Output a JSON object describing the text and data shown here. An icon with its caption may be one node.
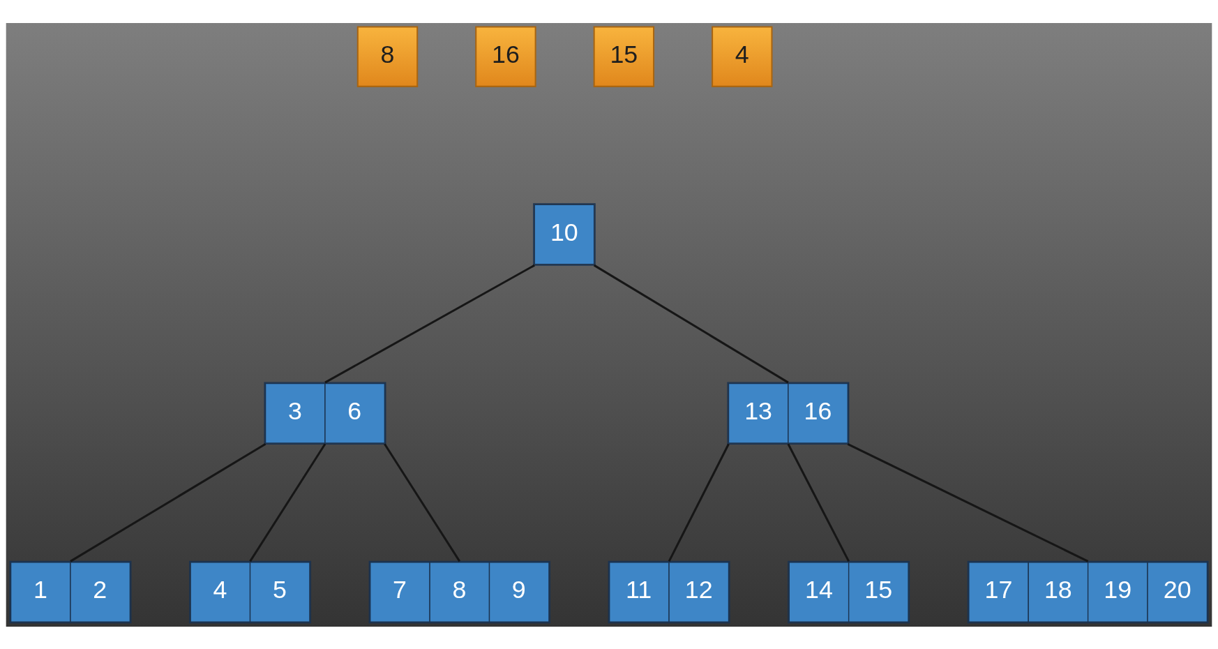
{
  "diagram": {
    "nodes": [
      {
        "text": [
          "8"
        ]
      },
      {
        "text": [
          "16"
        ]
      },
      {
        "text": [
          "15"
        ]
      },
      {
        "text": [
          "4"
        ]
      },
      {
        "text": [
          "10"
        ]
      },
      {
        "text": [
          "3",
          "6"
        ]
      },
      {
        "text": [
          "13",
          "16"
        ]
      },
      {
        "text": [
          "1",
          "2"
        ]
      },
      {
        "text": [
          "4",
          "5"
        ]
      },
      {
        "text": [
          "7",
          "8",
          "9"
        ]
      },
      {
        "text": [
          "11",
          "12"
        ]
      },
      {
        "text": [
          "14",
          "15"
        ]
      },
      {
        "text": [
          "17",
          "18",
          "19",
          "20"
        ]
      }
    ],
    "edges": [
      {
        "from": 4,
        "to": 5,
        "arrow": "none"
      },
      {
        "from": 4,
        "to": 6,
        "arrow": "none"
      },
      {
        "from": 5,
        "to": 7,
        "arrow": "none"
      },
      {
        "from": 5,
        "to": 8,
        "arrow": "none"
      },
      {
        "from": 5,
        "to": 9,
        "arrow": "none"
      },
      {
        "from": 6,
        "to": 10,
        "arrow": "none"
      },
      {
        "from": 6,
        "to": 11,
        "arrow": "none"
      },
      {
        "from": 6,
        "to": 12,
        "arrow": "none"
      }
    ]
  }
}
